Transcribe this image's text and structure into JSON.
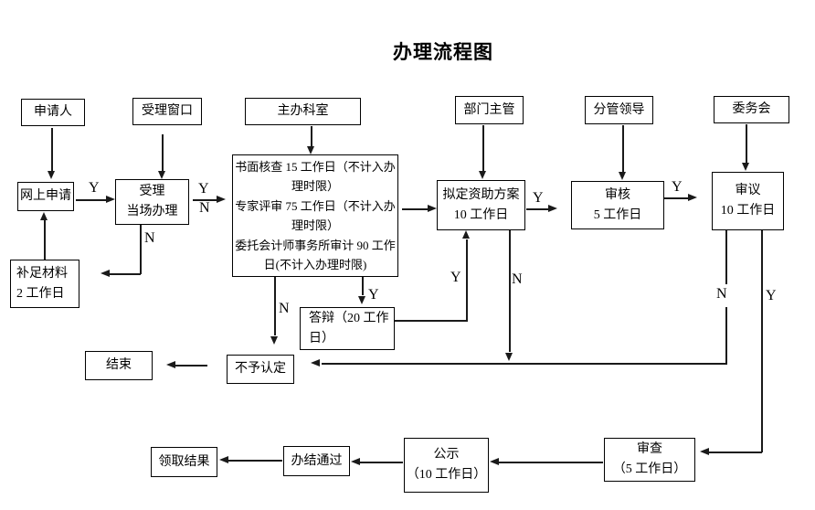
{
  "title": "办理流程图",
  "boxes": {
    "applicant": {
      "lines": [
        "申请人"
      ]
    },
    "accept_window": {
      "lines": [
        "受理窗口"
      ]
    },
    "main_office": {
      "lines": [
        "主办科室"
      ]
    },
    "dept_head": {
      "lines": [
        "部门主管"
      ]
    },
    "leader": {
      "lines": [
        "分管领导"
      ]
    },
    "committee": {
      "lines": [
        "委务会"
      ]
    },
    "online_apply": {
      "lines": [
        "网上申请"
      ]
    },
    "accept": {
      "lines": [
        "受理",
        "当场办理"
      ]
    },
    "supplement": {
      "lines": [
        "补足材料",
        "2 工作日"
      ]
    },
    "process": {
      "lines": [
        "书面核查 15 工作日（不计入办",
        "理时限）",
        "专家评审 75 工作日（不计入办",
        "理时限）",
        "委托会计师事务所审计 90 工作",
        "日(不计入办理时限)"
      ]
    },
    "plan": {
      "lines": [
        "拟定资助方案",
        "10 工作日"
      ]
    },
    "review": {
      "lines": [
        "审核",
        "5 工作日"
      ]
    },
    "deliberation": {
      "lines": [
        "审议",
        "10 工作日"
      ]
    },
    "defense": {
      "lines": [
        "答辩（20 工作",
        "日）"
      ]
    },
    "reject": {
      "lines": [
        "不予认定"
      ]
    },
    "end": {
      "lines": [
        "结束"
      ]
    },
    "publicity": {
      "lines": [
        "公示",
        "（10 工作日）"
      ]
    },
    "examine": {
      "lines": [
        "审查",
        "（5 工作日）"
      ]
    },
    "complete": {
      "lines": [
        "办结通过"
      ]
    },
    "result": {
      "lines": [
        "领取结果"
      ]
    }
  },
  "edge_labels": {
    "yes": "Y",
    "no": "N"
  }
}
